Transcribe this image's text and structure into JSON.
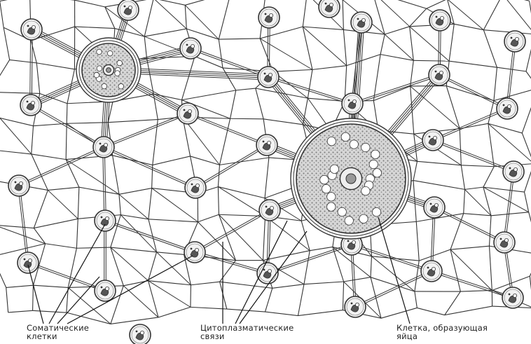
{
  "labels": {
    "somatic_cells": "Соматические\nклетки",
    "cytoplasmic_connections": "Цитоплазматические\nсвязи",
    "egg_forming_cell": "Клетка, образующая\nяйца"
  },
  "colors": {
    "ink": "#333333",
    "cell_fill": "#f2f2f2",
    "egg_stipple": "#9a9a9a"
  }
}
